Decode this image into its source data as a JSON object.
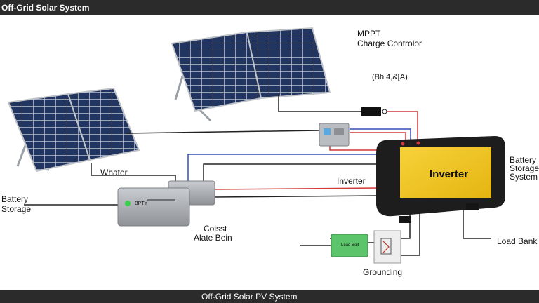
{
  "header": {
    "title": "Off-Grid Solar System"
  },
  "footer": {
    "caption": "Off-Grid Solar PV System"
  },
  "labels": {
    "mppt": "MPPT",
    "charge_controller": "Charge Controlor",
    "rating": "(Bɦ  4,&[A)",
    "water": "Whater",
    "inverter_label": "Inverter",
    "inverter_face": "Inverter",
    "battery_storage_left_1": "Battery",
    "battery_storage_left_2": "Storage",
    "battery_storage_right_1": "Battery",
    "battery_storage_right_2": "Storage",
    "battery_storage_right_3": "System",
    "battery_face": "BPTY",
    "const": "Coisst",
    "alate": "Alate Bein",
    "load_bank": "Load Bank",
    "grounding": "Grounding",
    "load_box": "Load Boit"
  },
  "colors": {
    "bar": "#2b2b2b",
    "panel_cell": "#1c2b49",
    "panel_frame": "#bfc3c8",
    "wire_black": "#222222",
    "wire_red": "#d23a3a",
    "wire_blue": "#2f4fb5",
    "inverter_body": "#1d1d1d",
    "inverter_face": "#f2c51c",
    "battery_body": "#a7aaae",
    "load_box": "#5cc46a"
  }
}
